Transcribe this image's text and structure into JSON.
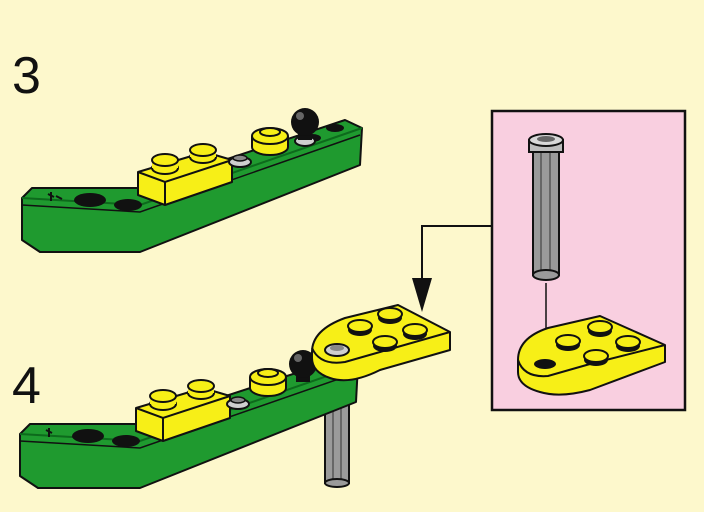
{
  "steps": [
    {
      "number": "3"
    },
    {
      "number": "4"
    }
  ],
  "colors": {
    "background": "#fdf8cc",
    "beam_green": "#1f9a2f",
    "beam_green_dark": "#0d6a1c",
    "plate_yellow": "#f7ef17",
    "axle_gray": "#8a8a8a",
    "callout_pink": "#f9cfe0",
    "outline": "#111111"
  },
  "icons": [
    "green-liftarm-beam",
    "yellow-brick-2x2",
    "yellow-round-plate",
    "black-ball-joint",
    "gray-axle",
    "pointer-arrow"
  ]
}
